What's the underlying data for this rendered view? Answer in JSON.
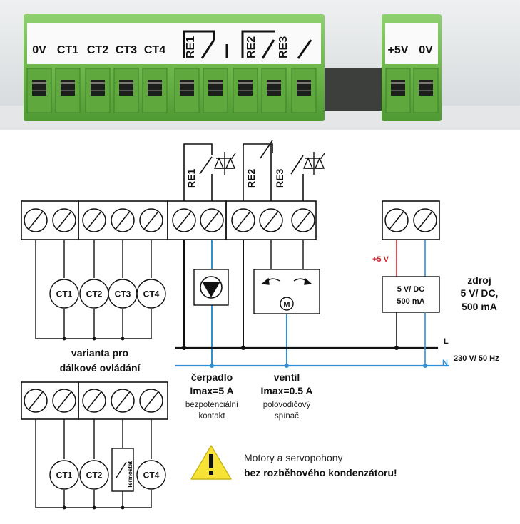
{
  "terminal_strip": {
    "left_labels": [
      "0V",
      "CT1",
      "CT2",
      "CT3",
      "CT4"
    ],
    "relay_labels": [
      "RE1",
      "RE2",
      "RE3"
    ],
    "right_labels": [
      "+5V",
      "0V"
    ]
  },
  "schematic": {
    "relay_labels": [
      "RE1",
      "RE2",
      "RE3"
    ],
    "sensor_labels": [
      "CT1",
      "CT2",
      "CT3",
      "CT4"
    ],
    "plus5_label": "+5 V",
    "psu_box": [
      "5 V/ DC",
      "500 mA"
    ],
    "psu_caption": [
      "zdroj",
      "5 V/ DC,",
      "500 mA"
    ],
    "line_L": "L",
    "line_N": "N",
    "mains_label": "230 V/ 50 Hz",
    "valve_motor": "M",
    "pump": {
      "title": "čerpadlo",
      "rating": "Imax=5 A",
      "desc": [
        "bezpotenciální",
        "kontakt"
      ]
    },
    "valve": {
      "title": "ventil",
      "rating": "Imax=0.5 A",
      "desc": [
        "polovodičový",
        "spínač"
      ]
    },
    "remote_variant": [
      "varianta pro",
      "dálkové ovládání"
    ],
    "remote_sensor_labels": [
      "CT1",
      "CT2",
      "CT4"
    ],
    "thermostat_label": "Termostat",
    "warning": {
      "line1": "Motory a servopohony",
      "line2": "bez rozběhového kondenzátoru!"
    }
  },
  "colors": {
    "terminal_green": "#7cc25a",
    "plus5_red": "#d8232a",
    "neutral_blue": "#2f8fd0",
    "warning_yellow": "#f6e336"
  }
}
